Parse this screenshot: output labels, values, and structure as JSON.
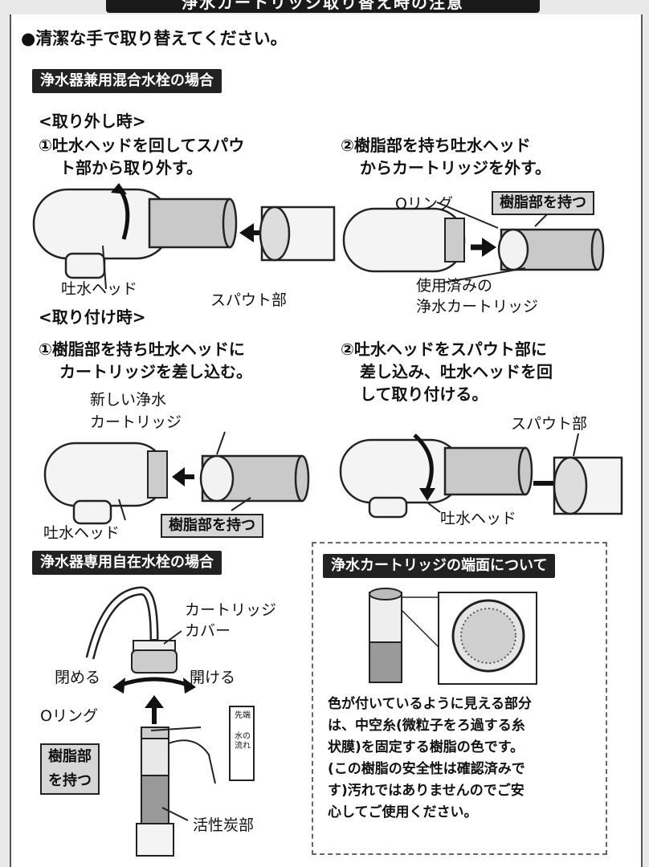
{
  "header": {
    "title": "浄水カートリッジ取り替え時の注意"
  },
  "intro": "●清潔な手で取り替えてください。",
  "section1": {
    "title": "浄水器兼用混合水栓の場合",
    "removal": {
      "heading": "<取り外し時>",
      "step1": [
        "①吐水ヘッドを回してスパウ",
        "ト部から取り外す。"
      ],
      "step2": [
        "②樹脂部を持ち吐水ヘッド",
        "からカートリッジを外す。"
      ],
      "label_head": "吐水ヘッド",
      "label_spout": "スパウト部",
      "label_oring": "Oリング",
      "tag_hold": "樹脂部を持つ",
      "label_used": [
        "使用済みの",
        "浄水カートリッジ"
      ]
    },
    "install": {
      "heading": "<取り付け時>",
      "step1": [
        "①樹脂部を持ち吐水ヘッドに",
        "カートリッジを差し込む。"
      ],
      "step2": [
        "②吐水ヘッドをスパウト部に",
        "差し込み、吐水ヘッドを回",
        "して取り付ける。"
      ],
      "label_new": [
        "新しい浄水",
        "カートリッジ"
      ],
      "label_head": "吐水ヘッド",
      "tag_hold": "樹脂部を持つ",
      "label_spout": "スパウト部",
      "label_head2": "吐水ヘッド"
    }
  },
  "section2": {
    "title": "浄水器専用自在水栓の場合",
    "label_cover": [
      "カートリッジ",
      "カバー"
    ],
    "label_close": "閉める",
    "label_open": "開ける",
    "label_oring": "Oリング",
    "tag_hold": [
      "樹脂部",
      "を持つ"
    ],
    "label_carbon": "活性炭部",
    "cartridge_marks": [
      "先端",
      "水の流れ"
    ]
  },
  "section3": {
    "title": "浄水カートリッジの端面について",
    "text": [
      "色が付いているように見える部分",
      "は、中空糸(微粒子をろ過する糸",
      "状膜)を固定する樹脂の色です。",
      "(この樹脂の安全性は確認済みで",
      "す)汚れではありませんのでご安",
      "心してご使用ください。"
    ]
  }
}
